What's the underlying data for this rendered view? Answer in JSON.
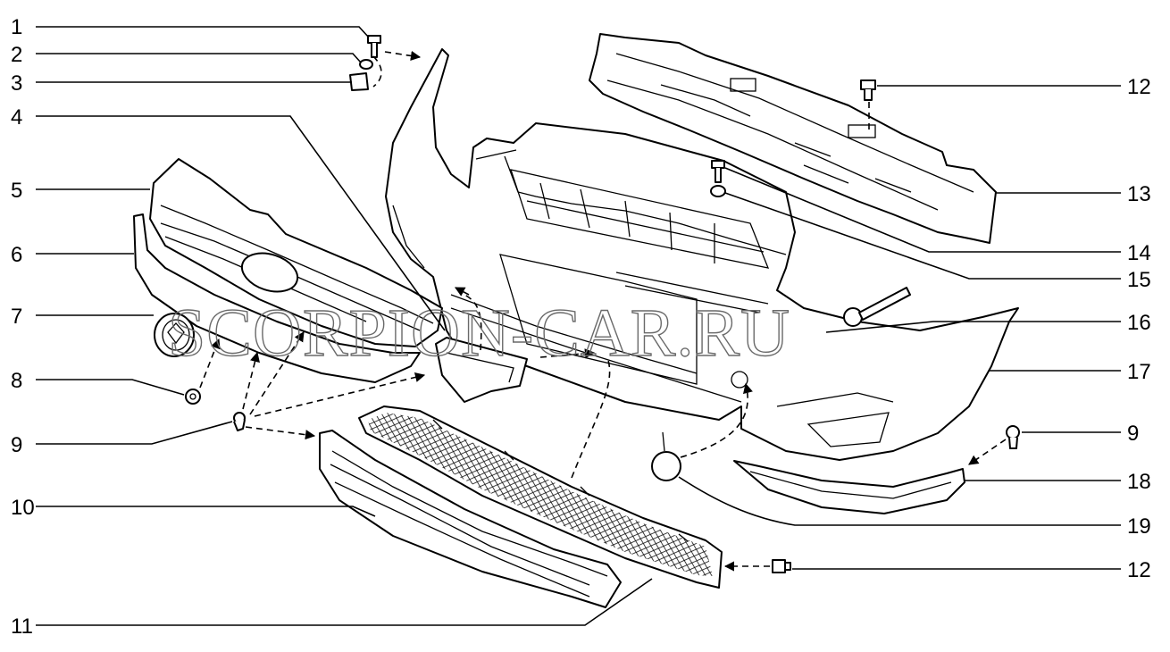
{
  "diagram": {
    "watermark": "SCORPION-CAR.RU",
    "callouts_left": [
      "1",
      "2",
      "3",
      "4",
      "5",
      "6",
      "7",
      "8",
      "9",
      "10",
      "11"
    ],
    "callouts_right": [
      "12",
      "13",
      "14",
      "15",
      "16",
      "17",
      "9",
      "18",
      "19",
      "12"
    ],
    "colors": {
      "line": "#000000",
      "background": "#ffffff",
      "watermark": "#6a6a6a"
    }
  }
}
